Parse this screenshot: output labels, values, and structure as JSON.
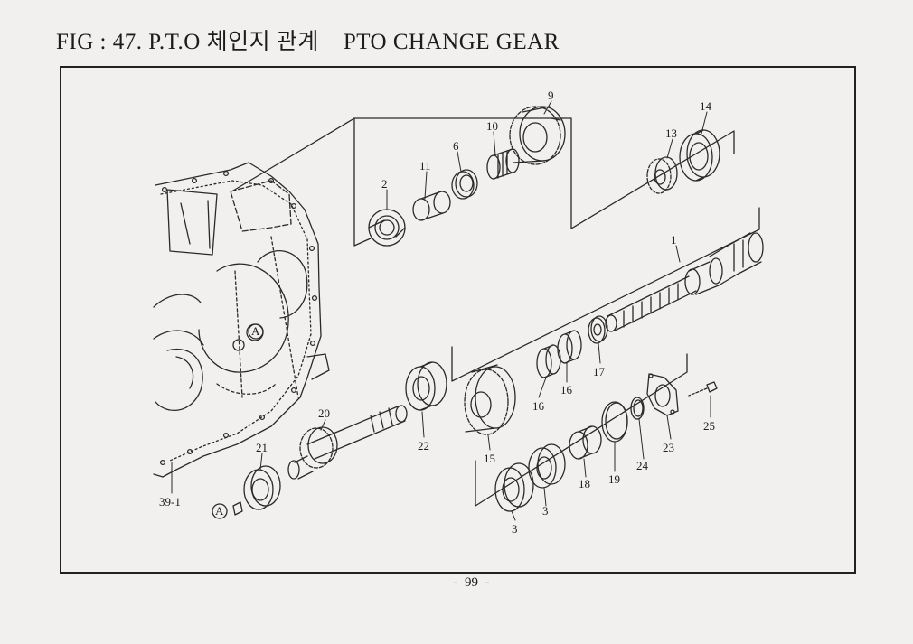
{
  "title": "FIG : 47. P.T.O 체인지 관계    PTO CHANGE GEAR",
  "page_number": "-  99  -",
  "reference_mark": "A",
  "callouts": {
    "c1": "1",
    "c2": "2",
    "c3a": "3",
    "c3b": "3",
    "c6": "6",
    "c9": "9",
    "c10": "10",
    "c11": "11",
    "c13": "13",
    "c14": "14",
    "c15": "15",
    "c16a": "16",
    "c16b": "16",
    "c17": "17",
    "c18": "18",
    "c19": "19",
    "c20": "20",
    "c21": "21",
    "c22": "22",
    "c23": "23",
    "c24": "24",
    "c25": "25",
    "c39": "39-1"
  }
}
